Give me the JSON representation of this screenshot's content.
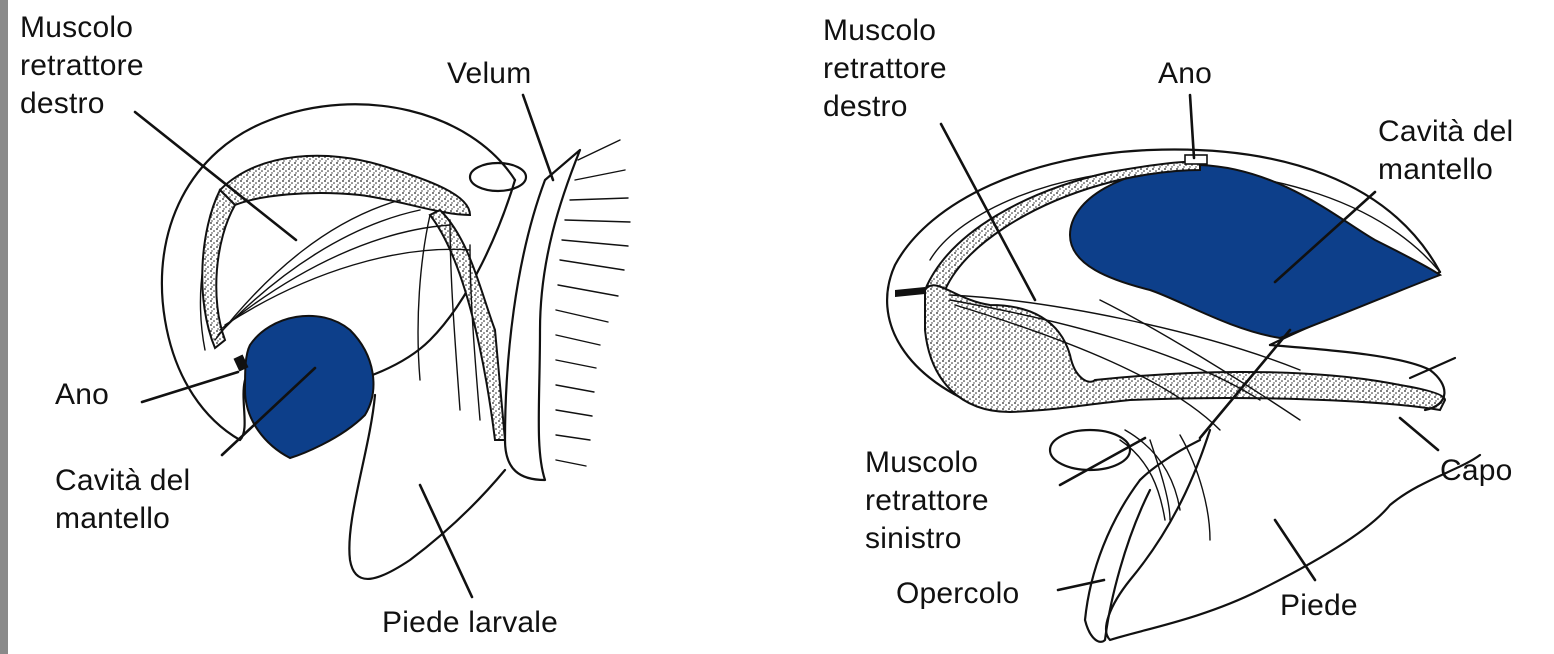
{
  "colors": {
    "mantle_cavity": "#0d3f8a",
    "ink": "#111111",
    "frame_bar": "#8a8a8a"
  },
  "left_panel": {
    "right_retractor": [
      "Muscolo",
      "retrattore",
      "destro"
    ],
    "velum": "Velum",
    "anus": "Ano",
    "mantle_cavity": [
      "Cavità del",
      "mantello"
    ],
    "larval_foot": "Piede larvale"
  },
  "right_panel": {
    "right_retractor": [
      "Muscolo",
      "retrattore",
      "destro"
    ],
    "anus": "Ano",
    "mantle_cavity": [
      "Cavità del",
      "mantello"
    ],
    "left_retractor": [
      "Muscolo",
      "retrattore",
      "sinistro"
    ],
    "head": "Capo",
    "operculum": "Opercolo",
    "foot": "Piede"
  }
}
